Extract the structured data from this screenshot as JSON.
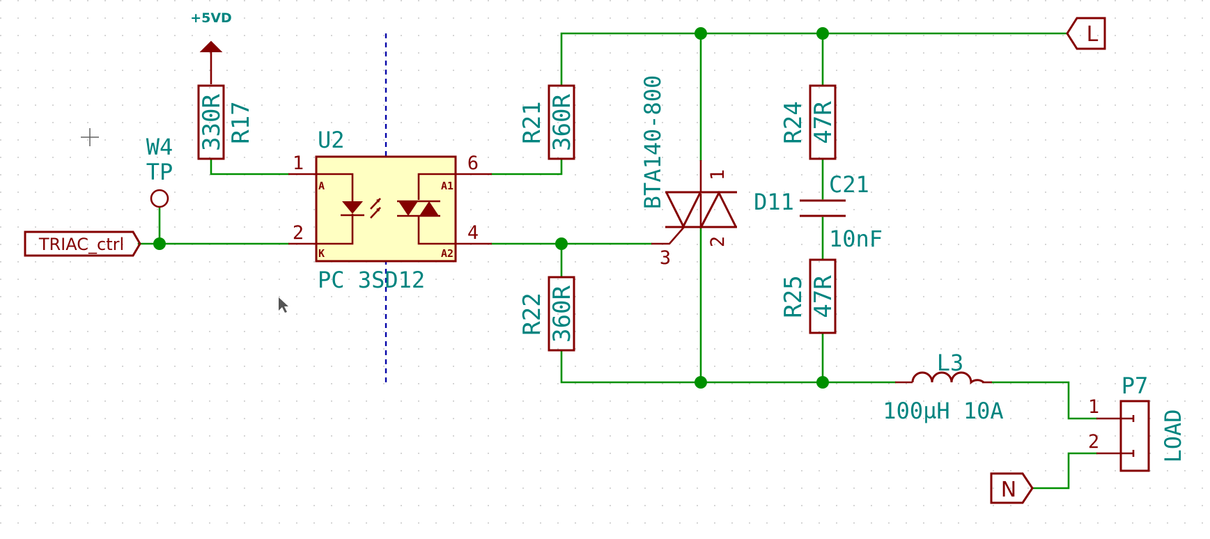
{
  "colors": {
    "wire": "#009000",
    "component": "#840000",
    "label_text": "#00847f",
    "ic_fill": "#ffffc2",
    "isolation_line": "#0000a8",
    "grid": "#c8c8c8"
  },
  "power": {
    "label": "+5VD"
  },
  "resistors": {
    "r17": {
      "ref": "R17",
      "value": "330R"
    },
    "r21": {
      "ref": "R21",
      "value": "360R"
    },
    "r22": {
      "ref": "R22",
      "value": "360R"
    },
    "r24": {
      "ref": "R24",
      "value": "47R"
    },
    "r25": {
      "ref": "R25",
      "value": "47R"
    }
  },
  "testpoint": {
    "ref": "W4",
    "value": "TP"
  },
  "hierarchical_labels": {
    "triac_ctrl": "TRIAC_ctrl",
    "line": "L",
    "neutral": "N"
  },
  "optocoupler": {
    "ref": "U2",
    "value": "PC 3SD12",
    "pins": {
      "p1": "1",
      "p2": "2",
      "p6": "6",
      "p4": "4"
    },
    "pin_names": {
      "a": "A",
      "k": "K",
      "a1": "A1",
      "a2": "A2"
    }
  },
  "triac": {
    "ref": "D11",
    "value": "BTA140-800",
    "pins": {
      "p1": "1",
      "p2": "2",
      "p3": "3"
    }
  },
  "capacitor": {
    "ref": "C21",
    "value": "10nF"
  },
  "inductor": {
    "ref": "L3",
    "value": "100µH 10A"
  },
  "connector": {
    "ref": "P7",
    "value": "LOAD",
    "pins": {
      "p1": "1",
      "p2": "2"
    }
  }
}
